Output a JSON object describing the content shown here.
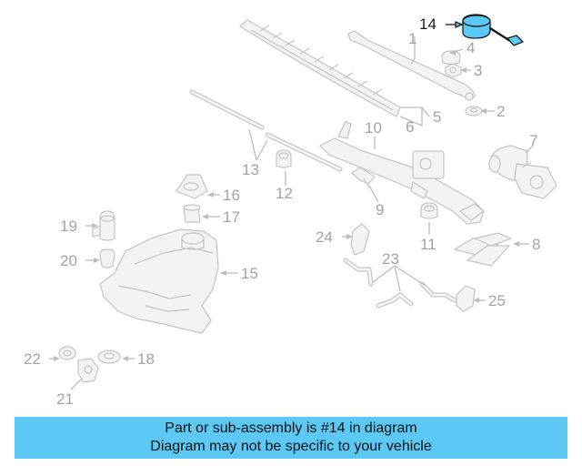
{
  "callouts": {
    "c1": "1",
    "c2": "2",
    "c3": "3",
    "c4": "4",
    "c5": "5",
    "c6": "6",
    "c7": "7",
    "c8": "8",
    "c9": "9",
    "c10": "10",
    "c11": "11",
    "c12": "12",
    "c13": "13",
    "c14": "14",
    "c15": "15",
    "c16": "16",
    "c17": "17",
    "c18": "18",
    "c19": "19",
    "c20": "20",
    "c21": "21",
    "c22": "22",
    "c23": "23",
    "c24": "24",
    "c25": "25"
  },
  "highlight": {
    "part_number": "14",
    "color": "#5bc8f5"
  },
  "banner": {
    "line1": "Part or sub-assembly is #14 in diagram",
    "line2": "Diagram may not be specific to your vehicle",
    "color": "#5bc8f5"
  }
}
